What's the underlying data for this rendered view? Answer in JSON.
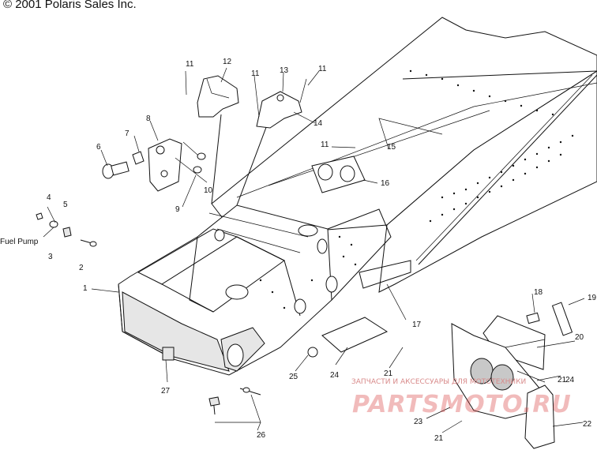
{
  "copyright": "© 2001 Polaris Sales Inc.",
  "label_fuel_pump": "Fuel Pump",
  "callouts": [
    "1",
    "2",
    "3",
    "4",
    "5",
    "6",
    "7",
    "8",
    "9",
    "10",
    "11",
    "11",
    "11",
    "11",
    "12",
    "13",
    "14",
    "15",
    "16",
    "17",
    "18",
    "19",
    "20",
    "21",
    "21",
    "21",
    "22",
    "23",
    "24",
    "24",
    "25",
    "26",
    "27"
  ],
  "watermark": {
    "text": "ЗАПЧАСТИ И АКСЕССУАРЫ ДЛЯ МОТОТЕХНИКИ",
    "logo": "PARTSMOTO.RU"
  },
  "colors": {
    "line": "#111111",
    "watermark": "#d63c3c"
  }
}
